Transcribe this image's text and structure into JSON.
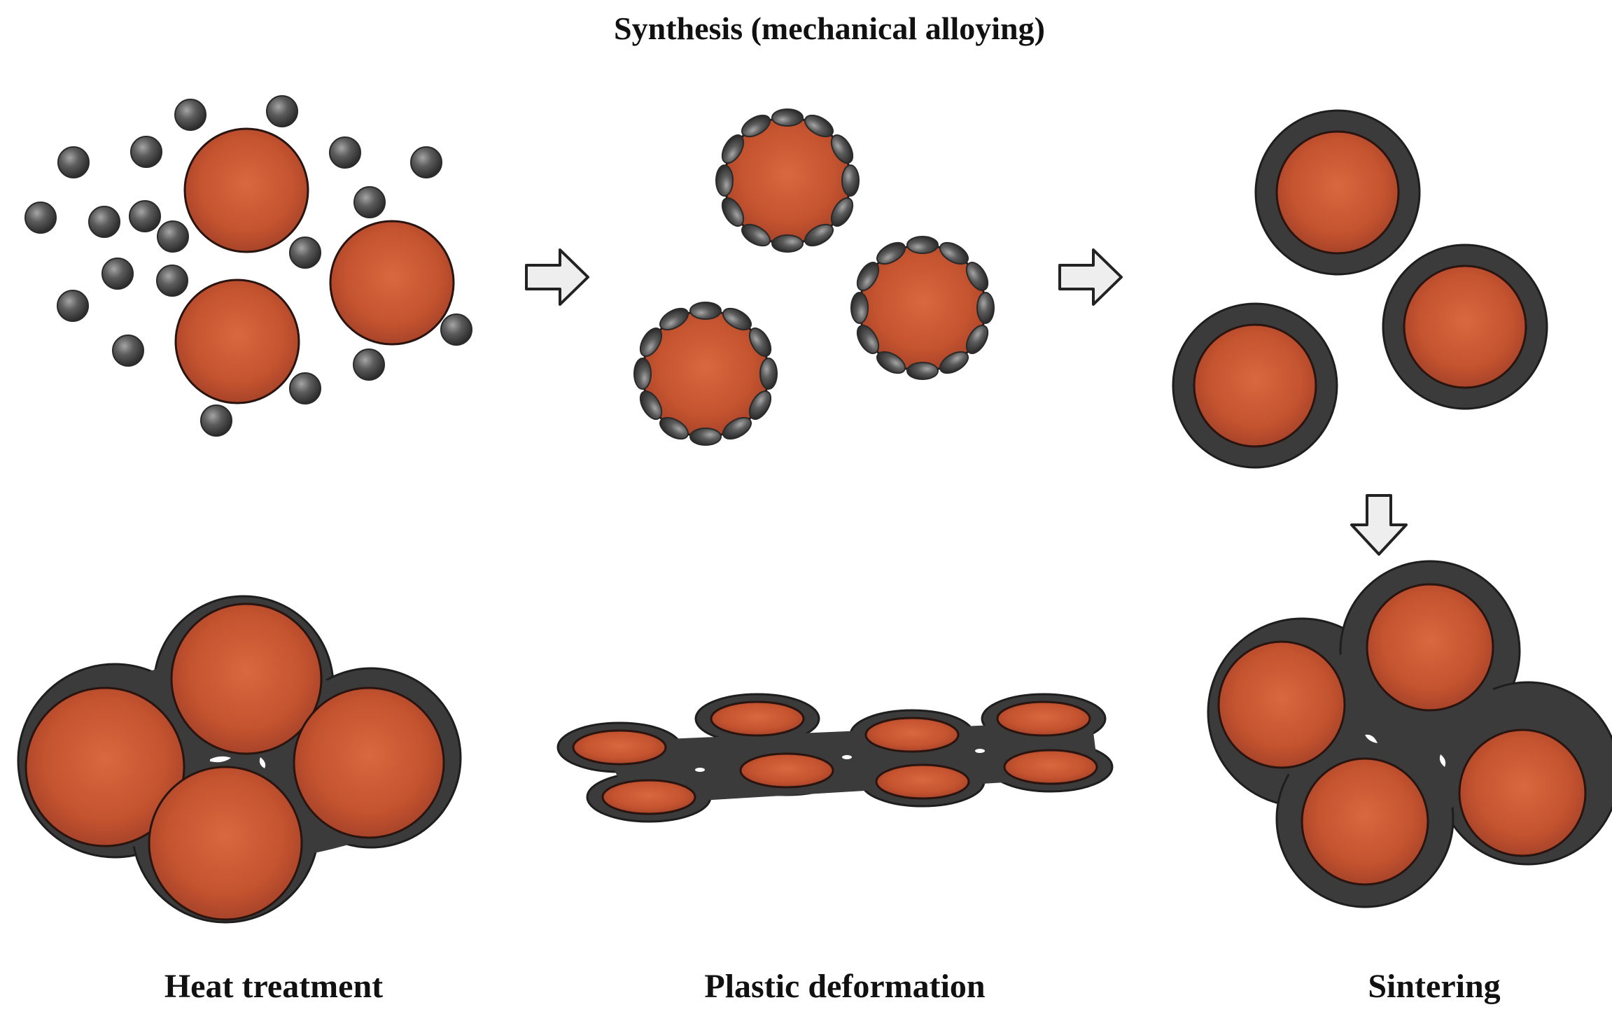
{
  "title": "Synthesis (mechanical alloying)",
  "labels": {
    "heat_treatment": "Heat treatment",
    "plastic_deformation": "Plastic deformation",
    "sintering": "Sintering"
  },
  "colors": {
    "core": "#c4532f",
    "core_highlight": "#d66a40",
    "core_edge": "#2a1410",
    "shell": "#3b3b3b",
    "shell_edge": "#1e1e1e",
    "small_particle": "#5a5a5a",
    "small_particle_highlight": "#9a9a9a",
    "arrow_fill": "#eeeeee",
    "arrow_stroke": "#222222"
  },
  "icons": {
    "arrow_right": "arrow-right-icon",
    "arrow_down": "arrow-down-icon"
  }
}
